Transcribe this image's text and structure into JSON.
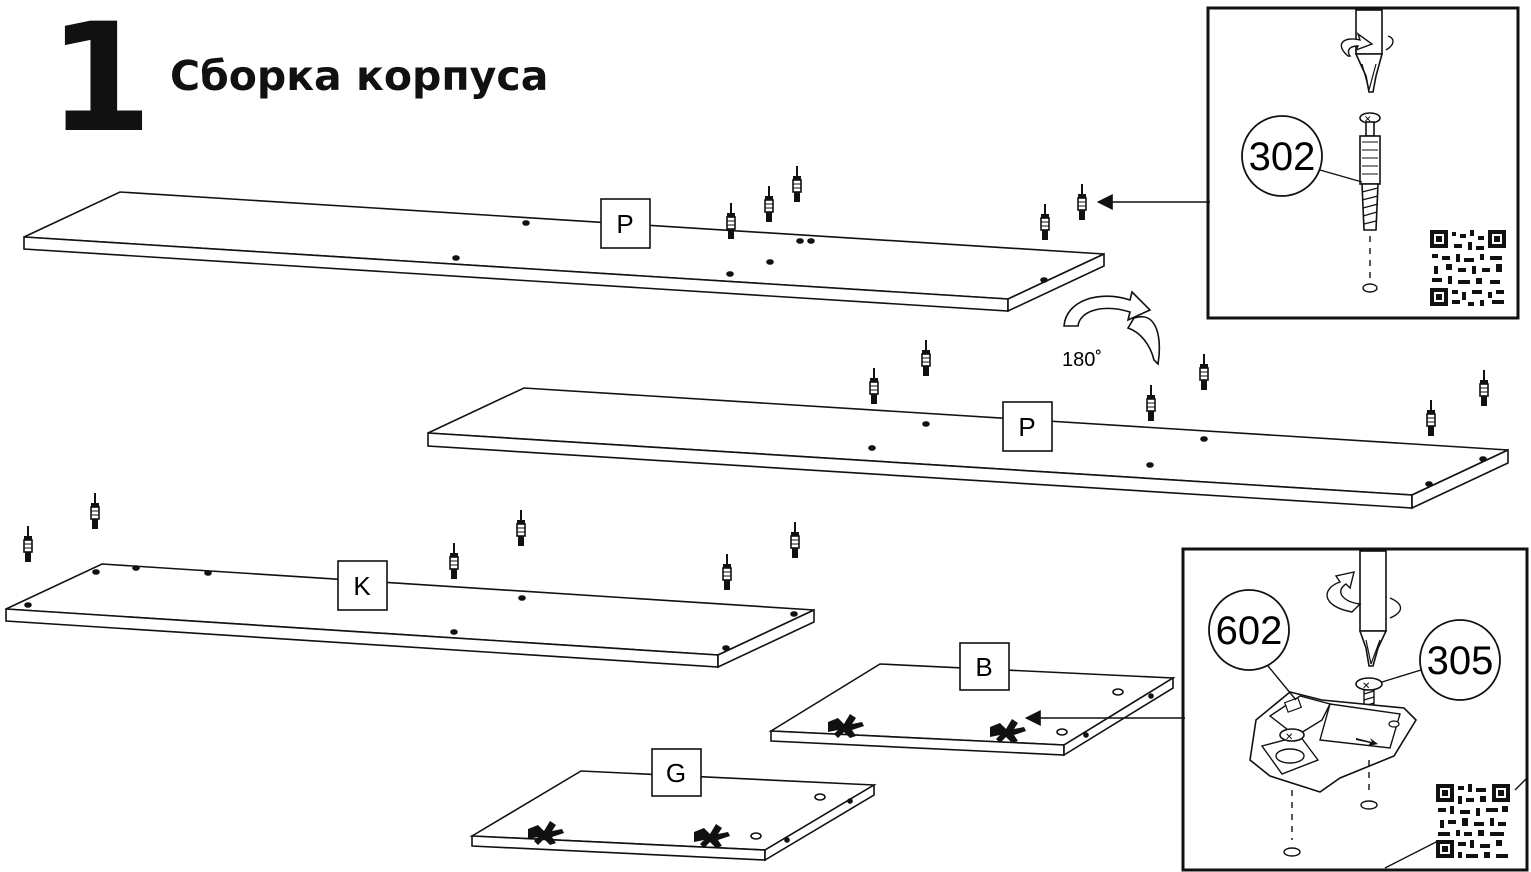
{
  "step": {
    "number": "1",
    "title": "Сборка корпуса"
  },
  "panels": {
    "top": "P",
    "middle": "P",
    "bottom": "K",
    "door_b": "B",
    "door_g": "G"
  },
  "rotation_label": "180˚",
  "callouts": {
    "dowel": "302",
    "hinge_plate": "602",
    "screw": "305"
  }
}
